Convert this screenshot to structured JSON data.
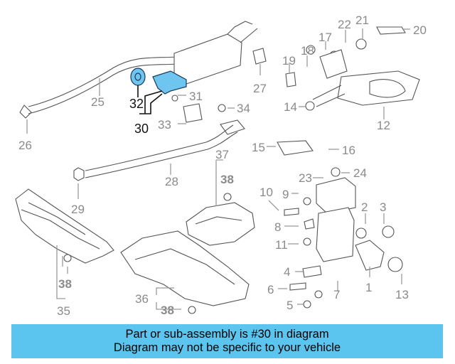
{
  "callouts": {
    "c1": "1",
    "c2": "2",
    "c3": "3",
    "c4": "4",
    "c5": "5",
    "c6": "6",
    "c7": "7",
    "c8": "8",
    "c9": "9",
    "c10": "10",
    "c11": "11",
    "c12": "12",
    "c13": "13",
    "c14": "14",
    "c15": "15",
    "c16": "16",
    "c17": "17",
    "c18": "18",
    "c19": "19",
    "c20": "20",
    "c21": "21",
    "c22": "22",
    "c23": "23",
    "c24": "24",
    "c25": "25",
    "c26": "26",
    "c27": "27",
    "c28": "28",
    "c29": "29",
    "c30": "30",
    "c31": "31",
    "c32": "32",
    "c33": "33",
    "c34": "34",
    "c35": "35",
    "c36": "36",
    "c37": "37",
    "c38a": "38",
    "c38b": "38",
    "c38c": "38"
  },
  "highlight_color": "#6ec6f0",
  "caption": {
    "line1": "Part or sub-assembly is #30 in diagram",
    "line2": "Diagram may not be specific to your vehicle",
    "background": "#5bc4ef"
  }
}
